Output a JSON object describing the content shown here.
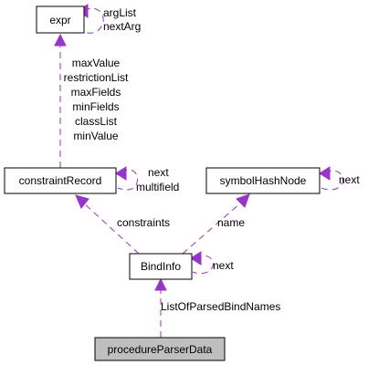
{
  "nodes": {
    "expr": "expr",
    "constraintRecord": "constraintRecord",
    "symbolHashNode": "symbolHashNode",
    "BindInfo": "BindInfo",
    "procedureParserData": "procedureParserData"
  },
  "edge_labels": {
    "expr_self": [
      "argList",
      "nextArg"
    ],
    "constraint_to_expr": [
      "maxValue",
      "restrictionList",
      "maxFields",
      "minFields",
      "classList",
      "minValue"
    ],
    "constraint_self": [
      "next",
      "multifield"
    ],
    "symbol_self": "next",
    "bind_to_constraint": "constraints",
    "bind_to_symbol": "name",
    "bind_self": "next",
    "parser_to_bind": "ListOfParsedBindNames"
  },
  "colors": {
    "edge": "#9a32cd",
    "highlight_node_fill": "#bfbfbf",
    "node_border": "#000000"
  }
}
